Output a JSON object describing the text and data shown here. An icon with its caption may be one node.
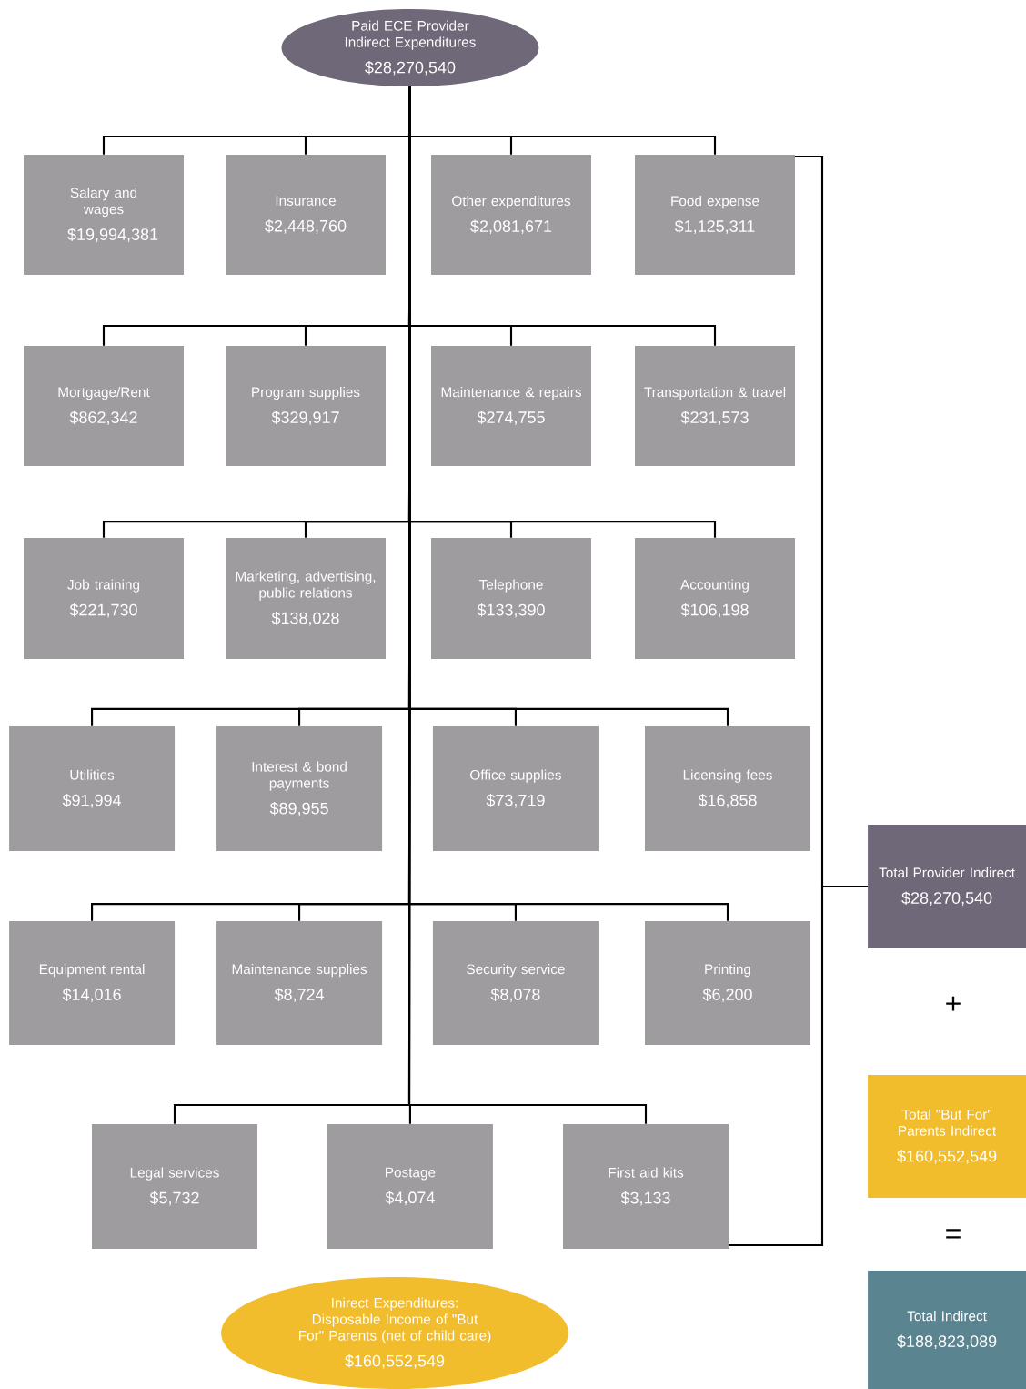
{
  "diagram": {
    "nodes": [
      {
        "text": [
          "Paid ECE Provider Indirect Expenditures",
          "$28,270,540"
        ]
      },
      {
        "text": [
          "Salary and wages",
          "$19,994,381"
        ]
      },
      {
        "text": [
          "Insurance",
          "$2,448,760"
        ]
      },
      {
        "text": [
          "Other expenditures",
          "$2,081,671"
        ]
      },
      {
        "text": [
          "Food expense",
          "$1,125,311"
        ]
      },
      {
        "text": [
          "Mortgage/Rent",
          "$862,342"
        ]
      },
      {
        "text": [
          "Program supplies",
          "$329,917"
        ]
      },
      {
        "text": [
          "Maintenance & repairs",
          "$274,755"
        ]
      },
      {
        "text": [
          "Transportation & travel",
          "$231,573"
        ]
      },
      {
        "text": [
          "Job training",
          "$221,730"
        ]
      },
      {
        "text": [
          "Marketing, advertising, public relations",
          "$138,028"
        ]
      },
      {
        "text": [
          "Telephone",
          "$133,390"
        ]
      },
      {
        "text": [
          "Accounting",
          "$106,198"
        ]
      },
      {
        "text": [
          "Utilities",
          "$91,994"
        ]
      },
      {
        "text": [
          "Interest & bond payments",
          "$89,955"
        ]
      },
      {
        "text": [
          "Office supplies",
          "$73,719"
        ]
      },
      {
        "text": [
          "Licensing fees",
          "$16,858"
        ]
      },
      {
        "text": [
          "Equipment rental",
          "$14,016"
        ]
      },
      {
        "text": [
          "Maintenance supplies",
          "$8,724"
        ]
      },
      {
        "text": [
          "Security service",
          "$8,078"
        ]
      },
      {
        "text": [
          "Printing",
          "$6,200"
        ]
      },
      {
        "text": [
          "Legal services",
          "$5,732"
        ]
      },
      {
        "text": [
          "Postage",
          "$4,074"
        ]
      },
      {
        "text": [
          "First aid kits",
          "$3,133"
        ]
      },
      {
        "text": [
          "Total Provider Indirect",
          "$28,270,540"
        ]
      },
      {
        "text": [
          "Total \"But For\" Parents Indirect",
          "$160,552,549"
        ]
      },
      {
        "text": [
          "Total Indirect",
          "$188,823,089"
        ]
      },
      {
        "text": [
          "Inirect Expenditures: Disposable Income of \"But For\" Parents (net of child care)",
          "$160,552,549"
        ]
      }
    ],
    "edges": [
      {
        "from": 0,
        "to": 1,
        "arrow": "none"
      },
      {
        "from": 0,
        "to": 2,
        "arrow": "none"
      },
      {
        "from": 0,
        "to": 3,
        "arrow": "none"
      },
      {
        "from": 0,
        "to": 4,
        "arrow": "none"
      },
      {
        "from": 0,
        "to": 5,
        "arrow": "none"
      },
      {
        "from": 0,
        "to": 6,
        "arrow": "none"
      },
      {
        "from": 0,
        "to": 7,
        "arrow": "none"
      },
      {
        "from": 0,
        "to": 8,
        "arrow": "none"
      },
      {
        "from": 0,
        "to": 9,
        "arrow": "none"
      },
      {
        "from": 0,
        "to": 10,
        "arrow": "none"
      },
      {
        "from": 0,
        "to": 11,
        "arrow": "none"
      },
      {
        "from": 0,
        "to": 12,
        "arrow": "none"
      },
      {
        "from": 0,
        "to": 13,
        "arrow": "none"
      },
      {
        "from": 0,
        "to": 14,
        "arrow": "none"
      },
      {
        "from": 0,
        "to": 15,
        "arrow": "none"
      },
      {
        "from": 0,
        "to": 16,
        "arrow": "none"
      },
      {
        "from": 0,
        "to": 17,
        "arrow": "none"
      },
      {
        "from": 0,
        "to": 18,
        "arrow": "none"
      },
      {
        "from": 0,
        "to": 19,
        "arrow": "none"
      },
      {
        "from": 0,
        "to": 20,
        "arrow": "none"
      },
      {
        "from": 0,
        "to": 21,
        "arrow": "none"
      },
      {
        "from": 0,
        "to": 22,
        "arrow": "none"
      },
      {
        "from": 0,
        "to": 23,
        "arrow": "none"
      },
      {
        "from": 4,
        "to": 24,
        "arrow": "none"
      },
      {
        "from": 23,
        "to": 24,
        "arrow": "none"
      }
    ],
    "labels": [
      "+",
      "="
    ]
  }
}
